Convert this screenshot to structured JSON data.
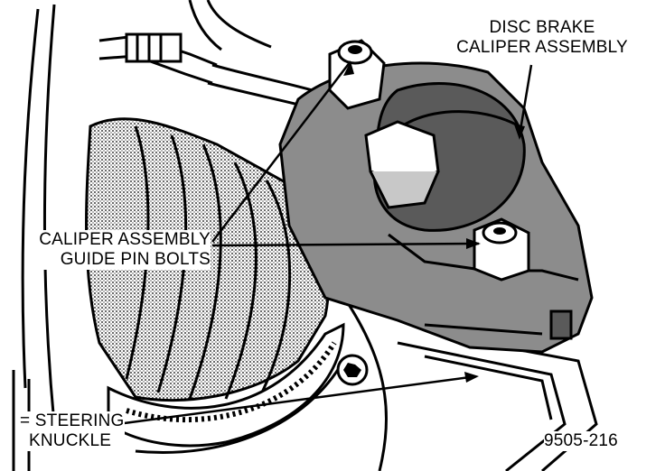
{
  "labels": {
    "caliper_assembly": [
      "DISC BRAKE",
      "CALIPER ASSEMBLY"
    ],
    "guide_pin_bolts": [
      "CALIPER ASSEMBLY",
      "GUIDE PIN BOLTS"
    ],
    "steering_knuckle": [
      "STEERING",
      "KNUCKLE"
    ],
    "figure_number": "9505-216"
  },
  "colors": {
    "ink": "#000000",
    "paper": "#ffffff",
    "caliper_shade": "#8c8c8c",
    "boot_shade": "#c8c8c8",
    "dark_shade": "#5a5a5a"
  }
}
